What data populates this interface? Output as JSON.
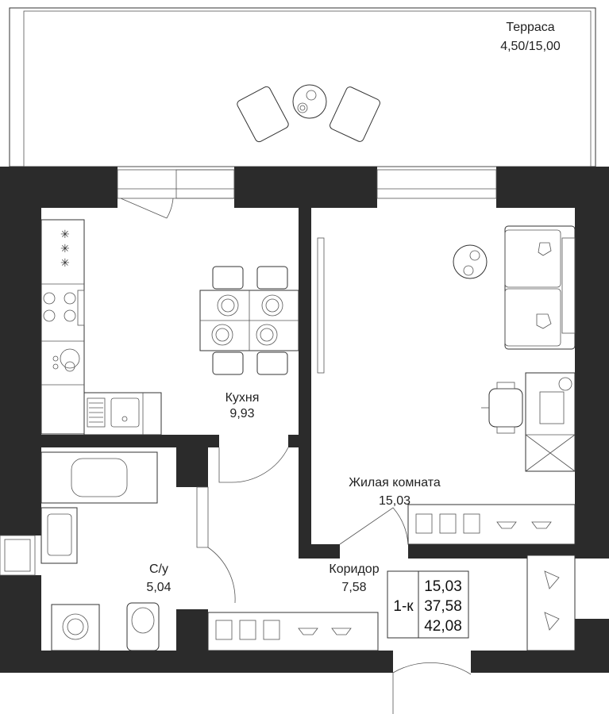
{
  "rooms": {
    "terrace": {
      "name": "Терраса",
      "area": "4,50/15,00"
    },
    "kitchen": {
      "name": "Кухня",
      "area": "9,93"
    },
    "living": {
      "name": "Жилая комната",
      "area": "15,03"
    },
    "bathroom": {
      "name": "С/у",
      "area": "5,04"
    },
    "corridor": {
      "name": "Коридор",
      "area": "7,58"
    }
  },
  "summary": {
    "type": "1-к",
    "living_area": "15,03",
    "total_area": "37,58",
    "full_area": "42,08"
  },
  "colors": {
    "wall": "#2b2b2b",
    "line": "#333333",
    "background": "#ffffff"
  }
}
